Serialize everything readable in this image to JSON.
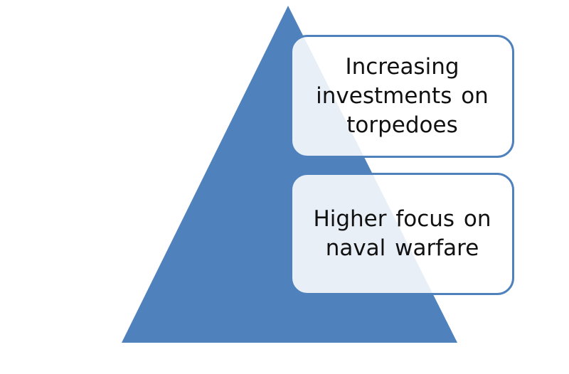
{
  "diagram": {
    "colors": {
      "pyramid_fill": "#4f81bd",
      "box_border": "#4f81bd",
      "box_fill": "#ffffff",
      "text": "#111111"
    },
    "pyramid": {
      "shape": "triangle"
    },
    "callouts": [
      {
        "label": "Increasing investments on torpedoes"
      },
      {
        "label": "Higher focus on naval warfare"
      }
    ]
  }
}
